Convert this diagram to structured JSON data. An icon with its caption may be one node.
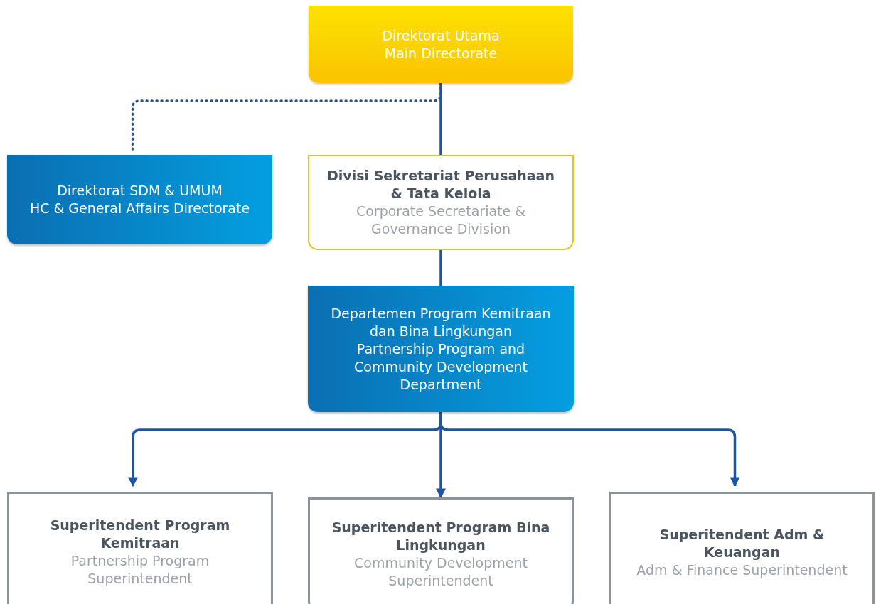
{
  "diagram": {
    "nodes": [
      {
        "text": [
          "Direktorat Utama",
          "Main Directorate"
        ]
      },
      {
        "text": [
          "Direktorat SDM & UMUM",
          "HC & General Affairs Directorate"
        ]
      },
      {
        "text": [
          "Divisi Sekretariat Perusahaan & Tata Kelola",
          "Corporate Secretariate & Governance Division"
        ]
      },
      {
        "text": [
          "Departemen Program Kemitraan dan Bina Lingkungan",
          "Partnership Program and Community Development Department"
        ]
      },
      {
        "text": [
          "Superitendent Program Kemitraan",
          "Partnership Program Superintendent"
        ]
      },
      {
        "text": [
          "Superitendent Program Bina Lingkungan",
          "Community Development Superintendent"
        ]
      },
      {
        "text": [
          "Superitendent Adm & Keuangan",
          "Adm & Finance Superintendent"
        ]
      }
    ],
    "edges": [
      {
        "from": 0,
        "to": 1,
        "arrow": "none",
        "style": "dashed"
      },
      {
        "from": 0,
        "to": 2,
        "arrow": "none"
      },
      {
        "from": 2,
        "to": 3,
        "arrow": "none"
      },
      {
        "from": 3,
        "to": 4,
        "arrow": "to"
      },
      {
        "from": 3,
        "to": 5,
        "arrow": "to"
      },
      {
        "from": 3,
        "to": 6,
        "arrow": "to"
      }
    ]
  }
}
